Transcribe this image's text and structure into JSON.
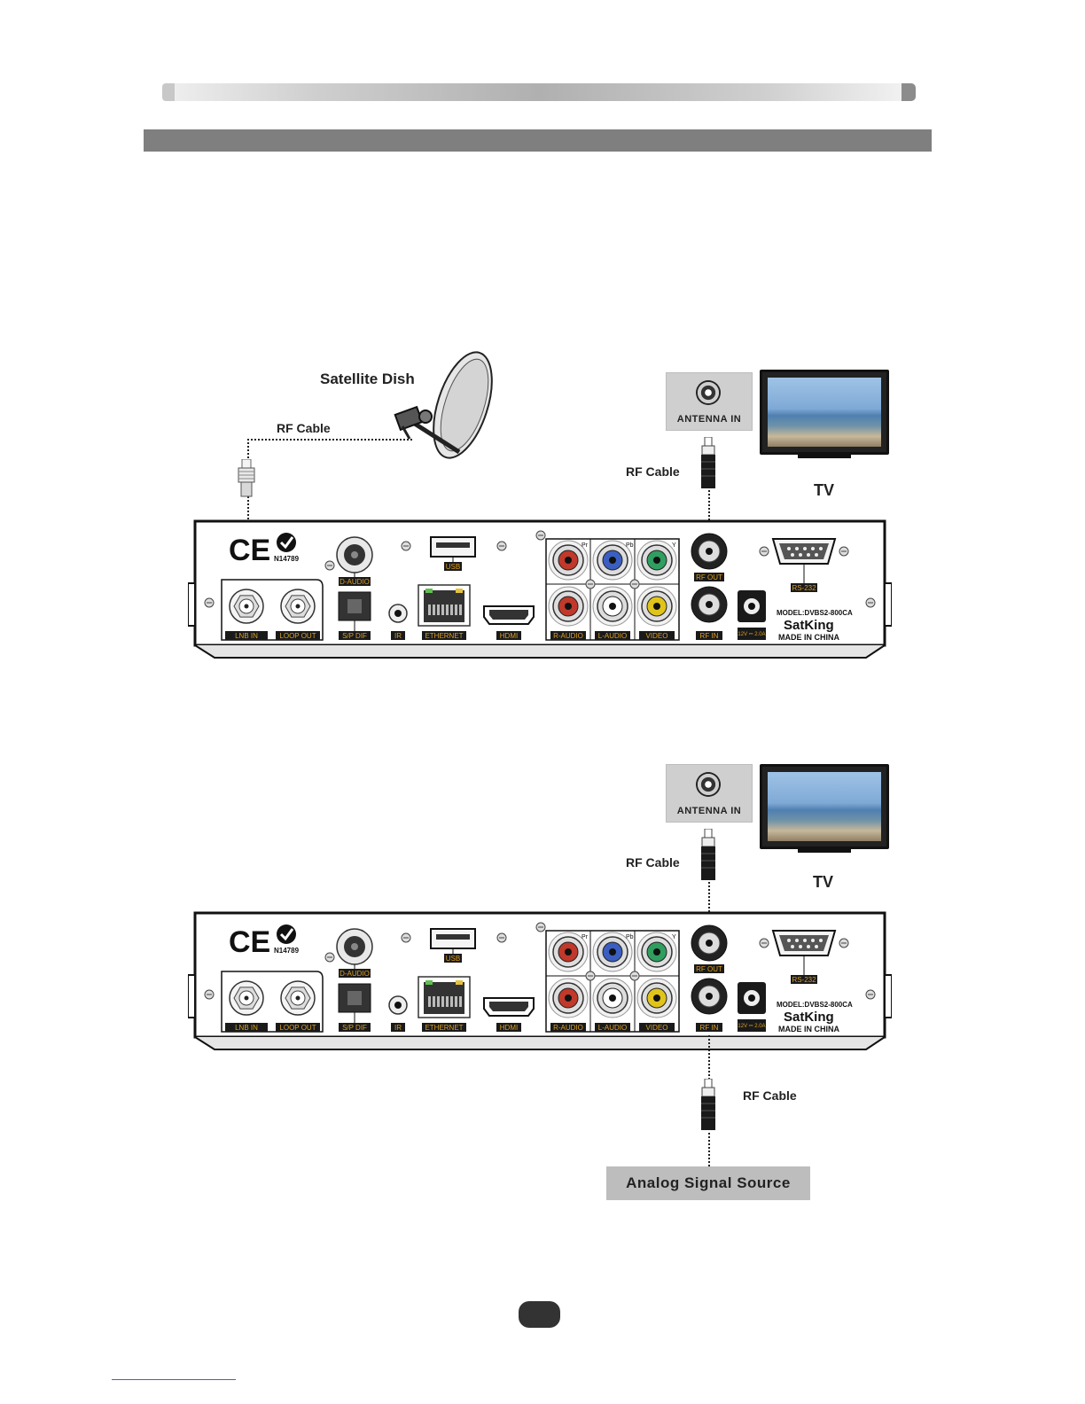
{
  "labels": {
    "satellite_dish": "Satellite Dish",
    "rf_cable": "RF Cable",
    "tv": "TV",
    "antenna_in": "ANTENNA IN",
    "analog_signal_source": "Analog Signal Source"
  },
  "receiver": {
    "cert": "N14789",
    "ports": {
      "d_audio": "D-AUDIO",
      "usb": "USB",
      "lnb_in": "LNB IN",
      "loop_out": "LOOP OUT",
      "spdif": "S/P DIF",
      "ir": "IR",
      "ethernet": "ETHERNET",
      "hdmi": "HDMI",
      "r_audio": "R-AUDIO",
      "l_audio": "L-AUDIO",
      "video": "VIDEO",
      "rf_out": "RF OUT",
      "rf_in": "RF IN",
      "rs232": "RS-232",
      "power": "12V ⎓ 2.0A",
      "pr": "Pr",
      "pb": "Pb",
      "y": "Y"
    },
    "model": "MODEL:DVBS2-800CA",
    "brand": "SatKing",
    "made_in": "MADE IN CHINA"
  },
  "colors": {
    "band": "#7f7f7f",
    "label_box": "#bdbdbd",
    "port_label_bg": "#1a1a1a",
    "port_label_text": "#e0a020"
  }
}
